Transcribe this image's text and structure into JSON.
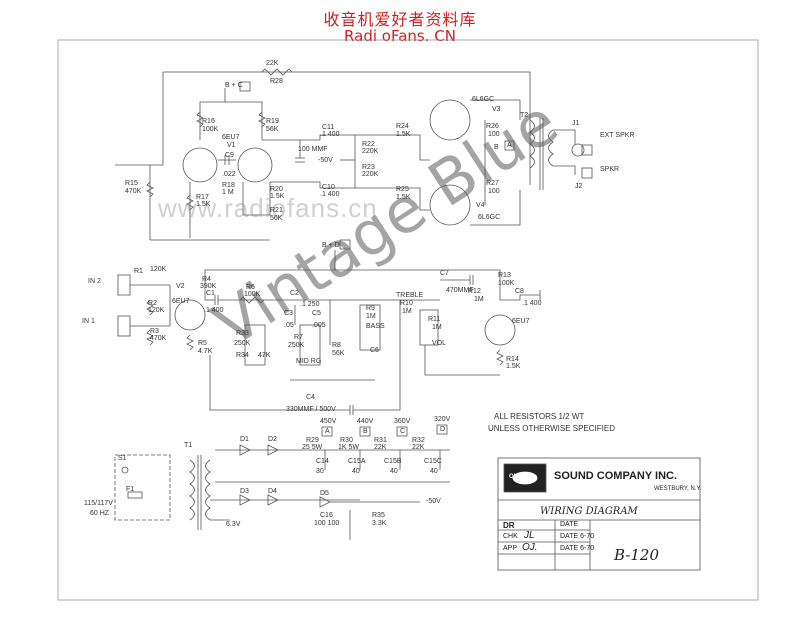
{
  "header": {
    "title_cn": "收音机爱好者资料库",
    "title_en": "Radi oFans. CN"
  },
  "watermarks": {
    "site": "www.radiofans.cn",
    "vintage": "Vintage Blue"
  },
  "colors": {
    "header": "#d21f1f",
    "line": "#555555",
    "watermark": "#8a8a8a"
  },
  "notes": {
    "resistors": "ALL RESISTORS",
    "fraction": "1/2 WT",
    "otherwise": "UNLESS OTHERWISE SPECIFIED"
  },
  "title_block": {
    "company": "SOUND COMPANY INC.",
    "logo": "OLIVER",
    "location": "WESTBURY, N.Y.",
    "drawing": "WIRING DIAGRAM",
    "dr_label": "DR",
    "date_label": "DATE",
    "chk_label": "CHK",
    "chk_initials": "JL",
    "chk_date": "DATE 6-70",
    "app_label": "APP",
    "app_initials": "OJ.",
    "app_date": "DATE 6-70",
    "model": "B-120"
  },
  "labels": {
    "r22_top": "22K",
    "r28": "R28",
    "b_c": "B + C",
    "r16": "R16",
    "r16v": "100K",
    "v1": "6EU7",
    "v1n": "V1",
    "r19": "R19",
    "r19v": "56K",
    "c11": "C11",
    "c11v": ".1 400",
    "mmf": "100 MMF",
    "v50": "-50V",
    "r22": "R22",
    "r22v": "220K",
    "r23": "R23",
    "r23v": "220K",
    "r24": "R24",
    "r24v": "1.5K",
    "r25": "R25",
    "r25v": "1.5K",
    "r26": "R26",
    "r26v": "100",
    "r27": "R27",
    "r27v": "100",
    "v3t": "6L6GC",
    "v3": "V3",
    "v4": "V4",
    "v4t": "6L6GC",
    "t2": "T2",
    "j1": "J1",
    "j2": "J2",
    "ext": "EXT SPKR",
    "spkr": "SPKR",
    "a_term": "A",
    "b_term": "B",
    "r15": "R15",
    "r15v": "470K",
    "r17": "R17",
    "r17v": "1.5K",
    "r18": "R18",
    "r18v": "1 M",
    "c9": "C9",
    "c9v": ".022",
    "r20": "R20",
    "r20v": "1.5K",
    "r21": "R21",
    "r21v": "56K",
    "c10": "C10",
    "c10v": ".1 400",
    "b_d": "B + D",
    "in2": "IN 2",
    "in1": "IN 1",
    "r1": "R1",
    "r1v": "120K",
    "r2": "R2",
    "r2v": "120K",
    "r3": "R3",
    "r3v": "470K",
    "r4": "R4",
    "r4v": "390K",
    "c1": "C1",
    "c1v": ".1 400",
    "v2": "V2",
    "v2t": "6EU7",
    "r5": "R5",
    "r5v": "4.7K",
    "r6": "R6",
    "r6v": "100K",
    "c2": "C2",
    "c2v": ".1 250",
    "c3": "C3",
    "c3v": ".05",
    "c5": "C5",
    "c5v": ".005",
    "r33": "R33",
    "r33v": "250K",
    "r34": "R34",
    "r34v": "47K",
    "r7": "R7",
    "r7v": "250K",
    "r8": "R8",
    "r8v": "56K",
    "r9": "R9",
    "r9v": "1M",
    "bass": "BASS",
    "mid": "MID RG",
    "c4": "C4",
    "c4v": "330MMF / 500V",
    "c6": "C6",
    "treble": "TREBLE",
    "r10": "R10",
    "r10v": "1M",
    "r11": "R11",
    "r11v": "1M",
    "vol": "VOL",
    "c7": "C7",
    "c7v": "470MMF",
    "r12": "R12",
    "r12v": "1M",
    "r13": "R13",
    "r13v": "100K",
    "c8": "C8",
    "c8v": ".1 400",
    "v2b": "6EU7",
    "r14": "R14",
    "r14v": "1.5K",
    "t1": "T1",
    "s1": "S1",
    "f1": "F1",
    "ac": "115/117V",
    "hz": "60 HZ",
    "d1": "D1",
    "d2": "D2",
    "d3": "D3",
    "d4": "D4",
    "d5": "D5",
    "v450": "450V",
    "v440": "440V",
    "v360": "360V",
    "v320": "320V",
    "ta": "A",
    "tb": "B",
    "tc": "C",
    "td": "D",
    "r29": "R29",
    "r29v": "25 5W",
    "r30": "R30",
    "r30v": "1K 5W",
    "r31": "R31",
    "r31v": "22K",
    "r32": "R32",
    "r32v": "22K",
    "c14": "C14",
    "c15a": "C15A",
    "c15b": "C15B",
    "c15c": "C15C",
    "c14v": "30",
    "c15av": "40",
    "c15bv": "40",
    "c15cv": "40",
    "v63": "6.3V",
    "c16": "C16",
    "c16v": "100 100",
    "r35": "R35",
    "r35v": "3.3K",
    "v50b": "-50V"
  }
}
